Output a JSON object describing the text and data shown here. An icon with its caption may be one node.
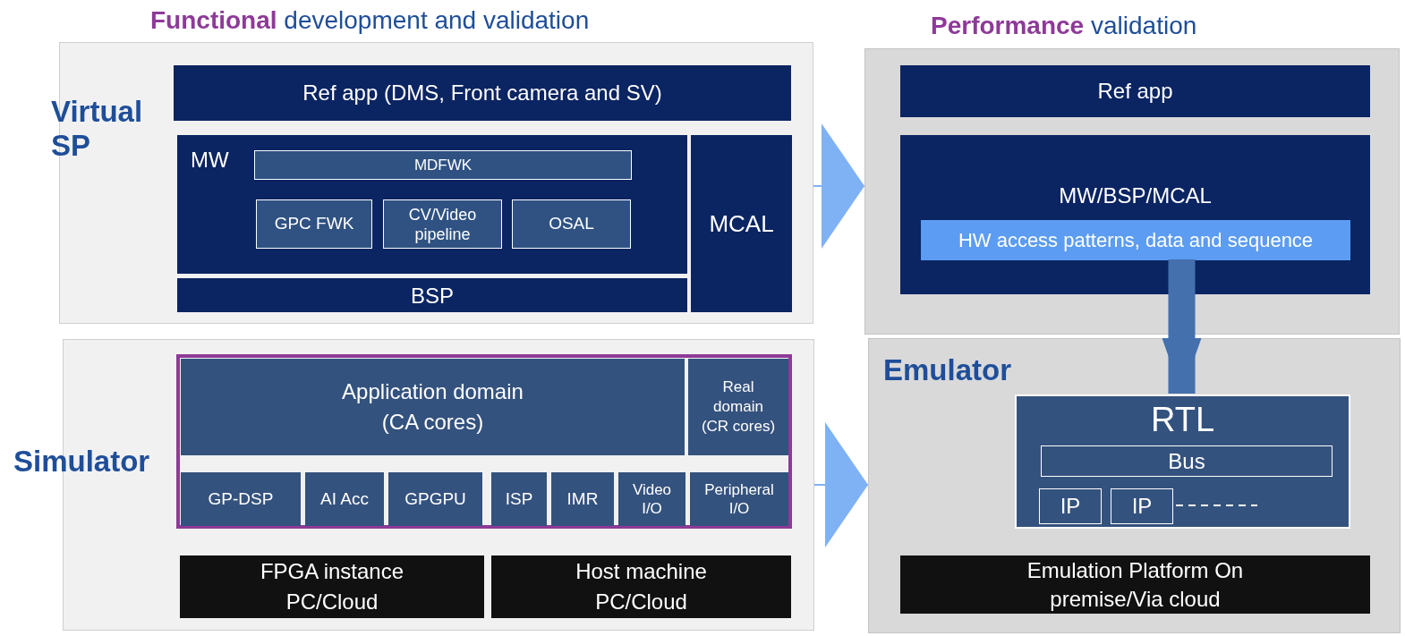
{
  "diagram": {
    "nodes": [
      {
        "text": [
          "Virtual SP"
        ]
      },
      {
        "text": [
          "Ref app (DMS, Front camera and SV)"
        ],
        "in": 0
      },
      {
        "text": [
          "MW"
        ],
        "in": 0
      },
      {
        "text": [
          "MDFWK"
        ],
        "in": 2
      },
      {
        "text": [
          "GPC FWK"
        ],
        "in": 2
      },
      {
        "text": [
          "CV/Video pipeline"
        ],
        "in": 2
      },
      {
        "text": [
          "OSAL"
        ],
        "in": 2
      },
      {
        "text": [
          "BSP"
        ],
        "in": 0
      },
      {
        "text": [
          "MCAL"
        ],
        "in": 0
      },
      {
        "text": [
          "Simulator"
        ]
      },
      {
        "text": [],
        "shape": "box",
        "in": 9
      },
      {
        "text": [
          "Application domain (CA cores)"
        ],
        "in": 10
      },
      {
        "text": [
          "Real domain (CR cores)"
        ],
        "in": 10
      },
      {
        "text": [
          "GP-DSP"
        ],
        "in": 10
      },
      {
        "text": [
          "AI Acc"
        ],
        "in": 10
      },
      {
        "text": [
          "GPGPU"
        ],
        "in": 10
      },
      {
        "text": [
          "ISP"
        ],
        "in": 10
      },
      {
        "text": [
          "IMR"
        ],
        "in": 10
      },
      {
        "text": [
          "Video I/O"
        ],
        "in": 10
      },
      {
        "text": [
          "Peripheral I/O"
        ],
        "in": 10
      },
      {
        "text": [
          "FPGA instance PC/Cloud"
        ],
        "in": 9
      },
      {
        "text": [
          "Host machine PC/Cloud"
        ],
        "in": 9
      },
      {
        "text": [],
        "shape": "box"
      },
      {
        "text": [
          "Ref app"
        ],
        "in": 22
      },
      {
        "text": [
          "MW/BSP/MCAL"
        ],
        "in": 22
      },
      {
        "text": [
          "HW access patterns, data and sequence"
        ],
        "in": 24
      },
      {
        "text": [
          "Emulator"
        ]
      },
      {
        "text": [
          "RTL"
        ],
        "in": 26
      },
      {
        "text": [
          "Bus"
        ],
        "in": 27
      },
      {
        "text": [
          "IP"
        ],
        "in": 27
      },
      {
        "text": [
          "IP"
        ],
        "in": 27
      },
      {
        "text": [
          "Emulation Platform On premise/Via cloud"
        ],
        "in": 26
      }
    ],
    "edges": [
      {
        "from": 0,
        "to": 22,
        "arrow": "to",
        "color": "#7fb2f5"
      },
      {
        "from": 9,
        "to": 26,
        "arrow": "to",
        "color": "#7fb2f5"
      },
      {
        "from": 25,
        "to": 27,
        "arrow": "to",
        "style": "thick",
        "color": "#4470ae"
      }
    ],
    "labels": [
      "**Functional** development and validation",
      "**Performance** validation"
    ]
  }
}
